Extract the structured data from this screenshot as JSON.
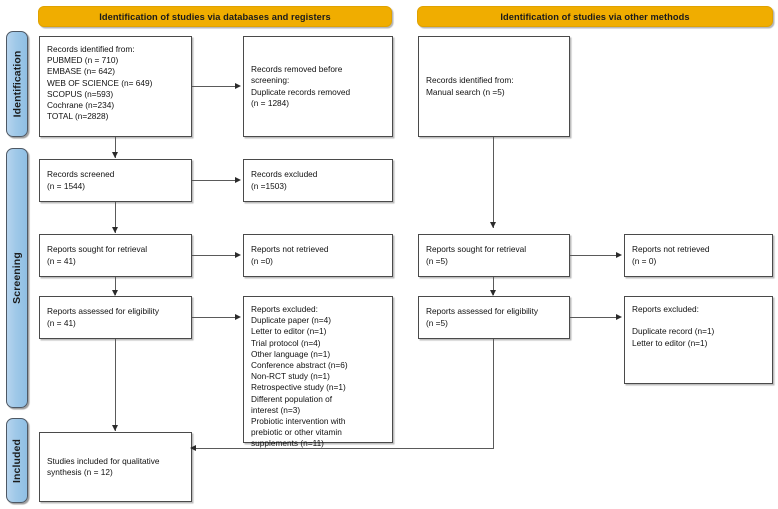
{
  "diagram": {
    "title": "PRISMA flow diagram",
    "colors": {
      "banner": "#f0ad00",
      "stage_pill": "#9fc8e8",
      "box_border": "#4a4a4a",
      "connector": "#5a5a5a",
      "background": "#ffffff"
    }
  },
  "banners": [
    {
      "id": "databases",
      "label": "Identification of studies via databases and registers"
    },
    {
      "id": "other",
      "label": "Identification of studies via other methods"
    }
  ],
  "stages": [
    {
      "id": "identification",
      "label": "Identification"
    },
    {
      "id": "screening",
      "label": "Screening"
    },
    {
      "id": "included",
      "label": "Included"
    }
  ],
  "nodes": {
    "records_identified": {
      "text": "Records identified from:\n     PUBMED (n = 710)\n     EMBASE (n= 642)\n     WEB OF SCIENCE (n= 649)\n     SCOPUS (n=593)\n     Cochrane (n=234)\n     TOTAL (n=2828)"
    },
    "records_removed": {
      "text": "Records removed before\nscreening:\n     Duplicate records removed\n     (n = 1284)"
    },
    "records_screened": {
      "text": "Records screened\n(n =   1544)"
    },
    "records_excluded": {
      "text": "Records excluded\n(n =1503)"
    },
    "reports_sought_left": {
      "text": "Reports sought for retrieval\n(n = 41)"
    },
    "reports_not_retrieved_left": {
      "text": "Reports not retrieved\n(n =0)"
    },
    "reports_assessed_left": {
      "text": "Reports assessed for eligibility\n(n = 41)"
    },
    "reports_excluded_left": {
      "text": "Reports excluded:\n     Duplicate paper (n=4)\n     Letter to editor (n=1)\n     Trial protocol (n=4)\n     Other language (n=1)\n     Conference abstract (n=6)\n     Non-RCT study (n=1)\n     Retrospective study (n=1)\n     Different population of\n     interest (n=3)\n     Probiotic intervention with\n     prebiotic or other vitamin\n     supplements (n=11)"
    },
    "records_identified_other": {
      "text": "Records identified from:\n     Manual search (n =5)"
    },
    "reports_sought_right": {
      "text": "Reports sought for retrieval\n(n =5)"
    },
    "reports_not_retrieved_right": {
      "text": "Reports not retrieved\n(n = 0)"
    },
    "reports_assessed_right": {
      "text": "Reports assessed for eligibility\n(n =5)"
    },
    "reports_excluded_right": {
      "text": "Reports excluded:\n\nDuplicate record (n=1)\nLetter to editor (n=1)"
    },
    "studies_included": {
      "text": "Studies included for qualitative\nsynthesis (n = 12)"
    }
  }
}
